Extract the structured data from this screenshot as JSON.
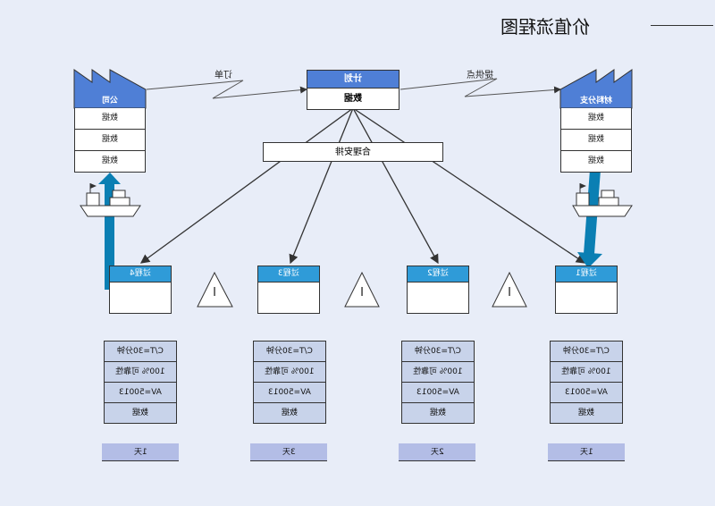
{
  "title": "价值流程图",
  "supplier": {
    "name": "公司",
    "cells": [
      "数据",
      "数据",
      "数据"
    ]
  },
  "customer": {
    "name": "材料分支",
    "cells": [
      "数据",
      "数据",
      "数据"
    ]
  },
  "plan": {
    "header": "计划",
    "body": "数据"
  },
  "arrange": "合理安排",
  "info_flows": {
    "left": "订单",
    "right": "提供点"
  },
  "processes": [
    {
      "label": "过程4"
    },
    {
      "label": "过程3"
    },
    {
      "label": "过程2"
    },
    {
      "label": "过程1"
    }
  ],
  "inventory_label": "I",
  "data_boxes": [
    {
      "rows": [
        "C/T=30分钟",
        "100% 可靠性",
        "AV=50013",
        "数据"
      ]
    },
    {
      "rows": [
        "C/T=30分钟",
        "100% 可靠性",
        "AV=50013",
        "数据"
      ]
    },
    {
      "rows": [
        "C/T=30分钟",
        "100% 可靠性",
        "AV=50013",
        "数据"
      ]
    },
    {
      "rows": [
        "C/T=30分钟",
        "100% 可靠性",
        "AV=50013",
        "数据"
      ]
    }
  ],
  "timeline": [
    "1天",
    "3天",
    "2天",
    "1天"
  ],
  "colors": {
    "accent": "#4f7fd6",
    "process_header": "#2f9bd8",
    "shipment_arrow": "#0b7fb3",
    "background": "#e8edf8"
  }
}
